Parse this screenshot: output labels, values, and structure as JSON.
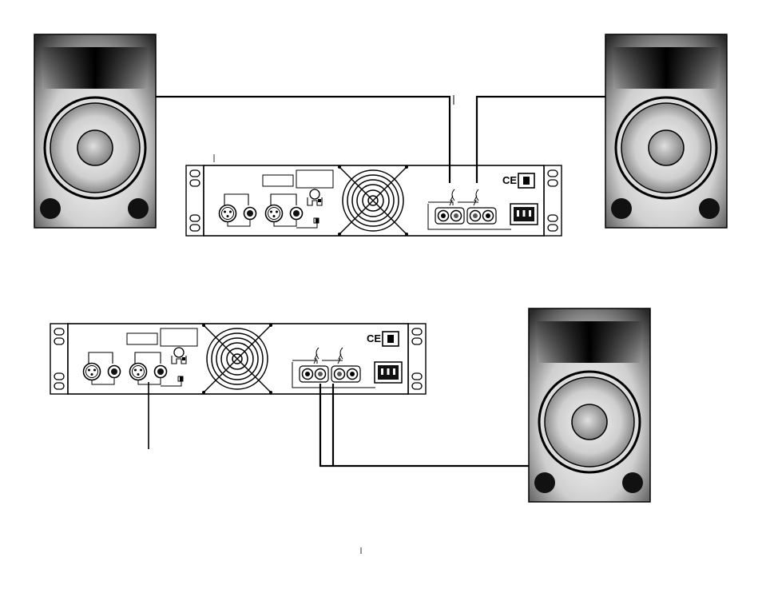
{
  "diagram": {
    "panels": [
      {
        "mode": "stereo",
        "speakers": 2,
        "inputs_connected": 0
      },
      {
        "mode": "bridge-mono",
        "speakers": 1,
        "inputs_connected": 1
      }
    ],
    "ce_mark": "CE",
    "colors": {
      "ink": "#000000",
      "paper": "#ffffff",
      "speaker_dark": "#1a1a1a",
      "speaker_light": "#e8e8e8"
    }
  }
}
